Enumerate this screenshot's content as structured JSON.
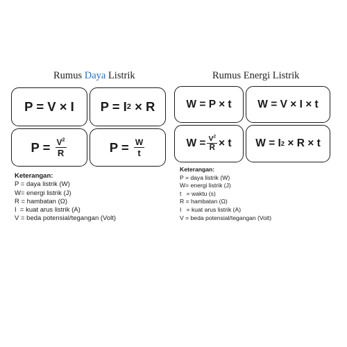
{
  "daya": {
    "title_prefix": "Rumus ",
    "title_accent": "Daya",
    "title_suffix": " Listrik",
    "f1": "P = V × I",
    "f2_left": "P = I",
    "f2_exp": "2",
    "f2_right": " × R",
    "f3_left": "P = ",
    "f3_num_base": "V",
    "f3_num_exp": "2",
    "f3_den": "R",
    "f4_left": "P = ",
    "f4_num": "W",
    "f4_den": "t",
    "keterangan_title": "Keterangan:",
    "keterangan": [
      "P = daya listrik (W)",
      "W= energi listrik (J)",
      "R = hambatan (Ω)",
      "I  = kuat arus listrik (A)",
      "V = beda potensial/tegangan (Volt)"
    ]
  },
  "energi": {
    "title": "Rumus Energi Listrik",
    "f1": "W = P × t",
    "f2": "W = V × I × t",
    "f3_left": "W =",
    "f3_num_base": "V",
    "f3_num_exp": "2",
    "f3_den": "R",
    "f3_right": "× t",
    "f4_left": "W = I",
    "f4_exp": "2",
    "f4_right": " × R × t",
    "keterangan_title": "Keterangan:",
    "keterangan": [
      "P = daya listrik (W)",
      "W= energi listrik (J)",
      "t   = waktu (s)",
      "R = hambatan (Ω)",
      "I   = kuat arus listrik (A)",
      "V = beda potensial/tegangan (Volt)"
    ]
  }
}
